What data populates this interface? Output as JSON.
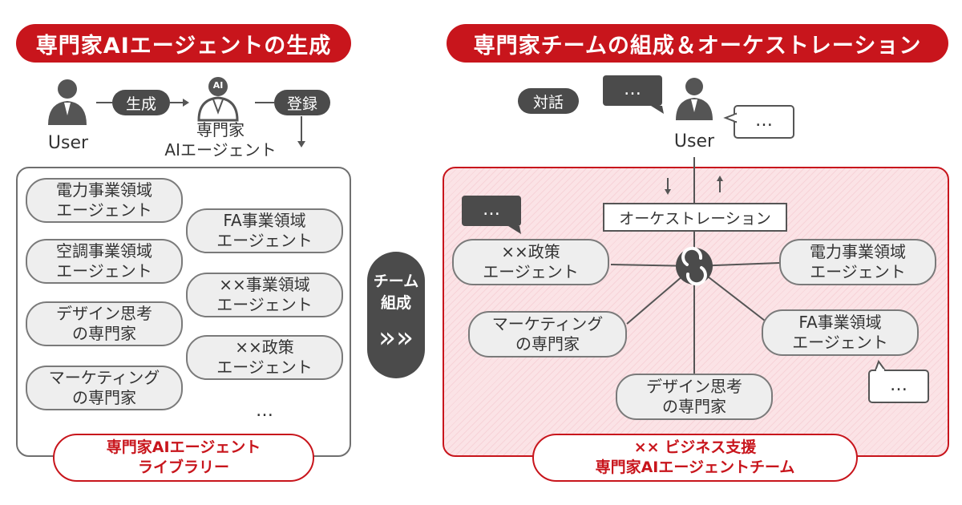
{
  "left": {
    "title": "専門家AIエージェントの生成",
    "user_label": "User",
    "generate_label": "生成",
    "register_label": "登録",
    "ai_badge": "AI",
    "expert_agent_line1": "専門家",
    "expert_agent_line2": "AIエージェント",
    "agents": [
      {
        "line1": "電力事業領域",
        "line2": "エージェント"
      },
      {
        "line1": "FA事業領域",
        "line2": "エージェント"
      },
      {
        "line1": "空調事業領域",
        "line2": "エージェント"
      },
      {
        "line1": "××事業領域",
        "line2": "エージェント"
      },
      {
        "line1": "デザイン思考",
        "line2": "の専門家"
      },
      {
        "line1": "××政策",
        "line2": "エージェント"
      },
      {
        "line1": "マーケティング",
        "line2": "の専門家"
      }
    ],
    "ellipsis": "…",
    "library_line1": "専門家AIエージェント",
    "library_line2": "ライブラリー"
  },
  "middle": {
    "line1": "チーム",
    "line2": "組成",
    "chevrons": "»»"
  },
  "right": {
    "title": "専門家チームの組成＆オーケストレーション",
    "dialog_label": "対話",
    "user_label": "User",
    "bubble_text": "…",
    "orchestration_label": "オーケストレーション",
    "agents": [
      {
        "line1": "××政策",
        "line2": "エージェント"
      },
      {
        "line1": "電力事業領域",
        "line2": "エージェント"
      },
      {
        "line1": "マーケティング",
        "line2": "の専門家"
      },
      {
        "line1": "FA事業領域",
        "line2": "エージェント"
      },
      {
        "line1": "デザイン思考",
        "line2": "の専門家"
      }
    ],
    "team_line1": "×× ビジネス支援",
    "team_line2": "専門家AIエージェントチーム"
  },
  "colors": {
    "accent_red": "#c8151c",
    "dark_gray": "#4b4b4b",
    "pink_bg": "#fbe3e6"
  }
}
